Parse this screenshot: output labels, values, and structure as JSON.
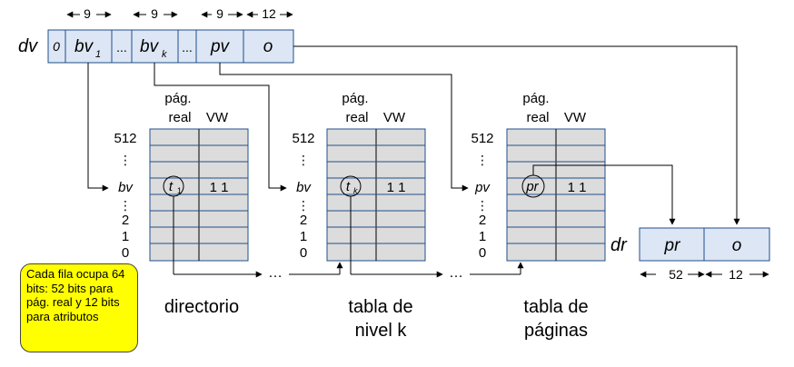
{
  "header_bits": {
    "bv1": "9",
    "bvk": "9",
    "pv": "9",
    "o": "12"
  },
  "dv": {
    "label": "dv",
    "fields": {
      "zero": "0",
      "bv": "bv",
      "bv1_sub": "1",
      "dots1": "...",
      "bvk_sub": "k",
      "dots2": "...",
      "pv": "pv",
      "o": "o"
    }
  },
  "table_headers": {
    "line1": "pág.",
    "line2": "real",
    "vw": "VW"
  },
  "rows": {
    "top": "512",
    "bottom2": "2",
    "bottom1": "1",
    "bottom0": "0",
    "vdots": "⋮"
  },
  "tables": {
    "directory": {
      "row_label": "bv",
      "entry": "t",
      "entry_sub": "1",
      "bits": "1 1",
      "caption1": "directorio"
    },
    "level_k": {
      "row_label": "bv",
      "entry": "t",
      "entry_sub": "k",
      "bits": "1 1",
      "caption1": "tabla de",
      "caption2": "nivel k"
    },
    "pages": {
      "row_label": "pv",
      "entry": "pr",
      "bits": "1 1",
      "caption1": "tabla de",
      "caption2": "páginas"
    }
  },
  "chain_dots": "…",
  "dr": {
    "label": "dr",
    "pr": "pr",
    "o": "o",
    "bits_pr": "52",
    "bits_o": "12"
  },
  "note": "Cada fila ocupa 64 bits: 52 bits para pág. real y 12 bits para atributos"
}
